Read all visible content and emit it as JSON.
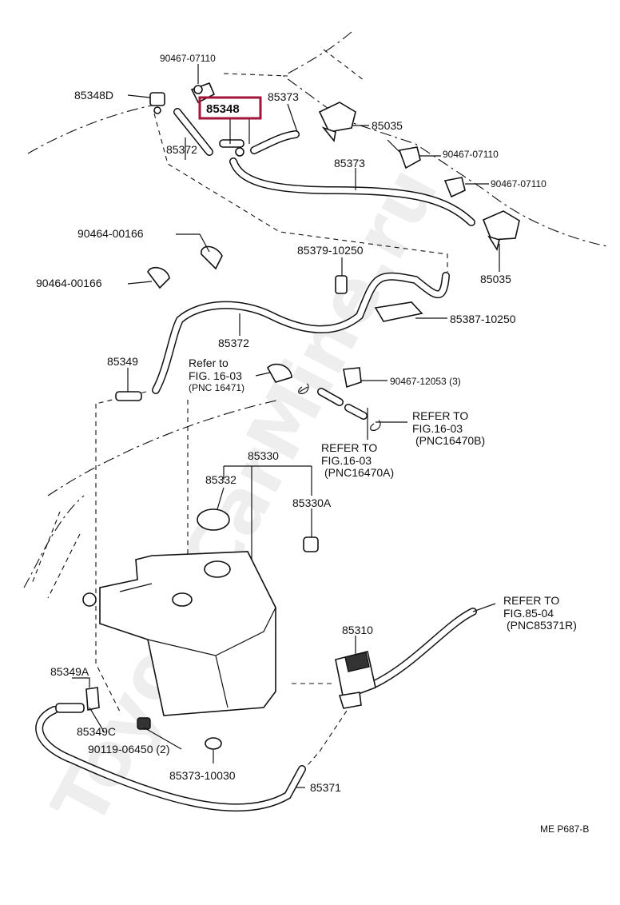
{
  "highlight_color": "#a5123a",
  "watermark": "ToyotaCarMine.ru",
  "labels": {
    "p90467_07110_top": "90467-07110",
    "p85348d": "85348D",
    "p85348": "85348",
    "p85373_top": "85373",
    "p85035_top": "85035",
    "p85372_top": "85372",
    "p90467_07110_mid": "90467-07110",
    "p85373_mid": "85373",
    "p90467_07110_right": "90467-07110",
    "p90464_00166_a": "90464-00166",
    "p90464_00166_b": "90464-00166",
    "p85379_10250": "85379-10250",
    "p85035_bottom": "85035",
    "p85387_10250": "85387-10250",
    "p85372_mid": "85372",
    "p85349": "85349",
    "refer_16_03_a_1": "Refer to",
    "refer_16_03_a_2": "FIG. 16-03",
    "refer_16_03_a_3": "(PNC 16471)",
    "p90467_12053": "90467-12053 (3)",
    "refer_16470b_1": "REFER TO",
    "refer_16470b_2": "FIG.16-03",
    "refer_16470b_3": "(PNC16470B)",
    "refer_16470a_1": "REFER TO",
    "refer_16470a_2": "FIG.16-03",
    "refer_16470a_3": "(PNC16470A)",
    "p85330": "85330",
    "p85332": "85332",
    "p85330a": "85330A",
    "refer_85_04_1": "REFER TO",
    "refer_85_04_2": "FIG.85-04",
    "refer_85_04_3": "(PNC85371R)",
    "p85310": "85310",
    "p85349a": "85349A",
    "p85349c": "85349C",
    "p90119_06450": "90119-06450 (2)",
    "p85373_10030": "85373-10030",
    "p85371": "85371",
    "footer_code": "ME  P687-B"
  }
}
